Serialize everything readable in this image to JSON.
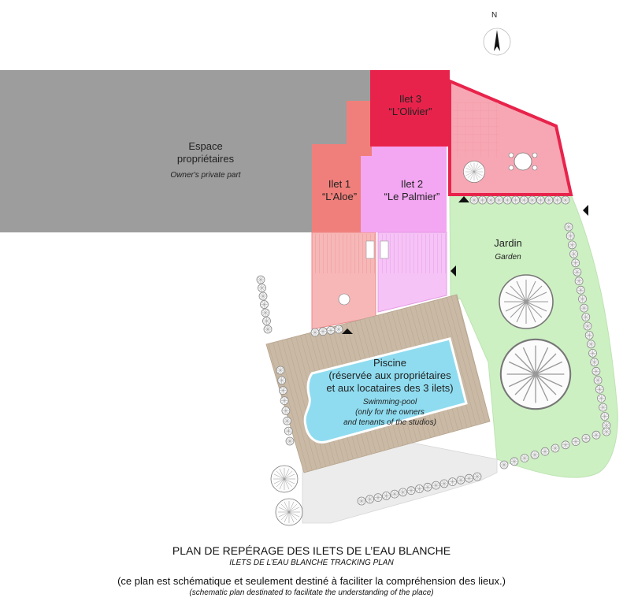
{
  "north": {
    "label": "N",
    "icon": "compass-north-arrow-icon"
  },
  "zones": {
    "owners": {
      "title_line1": "Espace",
      "title_line2": "propriétaires",
      "subtitle": "Owner's private part"
    },
    "ilet3": {
      "title_line1": "Ilet 3",
      "title_line2": "“L’Olivier”"
    },
    "ilet1": {
      "title_line1": "Ilet 1",
      "title_line2": "“L’Aloe”"
    },
    "ilet2": {
      "title_line1": "Ilet 2",
      "title_line2": "“Le Palmier”"
    },
    "garden": {
      "title": "Jardin",
      "subtitle": "Garden"
    },
    "pool": {
      "title_line1": "Piscine",
      "title_line2": "(réservée aux propriétaires",
      "title_line3": "et aux locataires des 3 ilets)",
      "subtitle_line1": "Swimming-pool",
      "subtitle_line2": "(only for the owners",
      "subtitle_line3": "and tenants of the studios)"
    }
  },
  "colors": {
    "owners": "#9d9d9d",
    "ilet1": "#f07f7b",
    "ilet2": "#f3a6f2",
    "ilet3": "#e8234b",
    "terrace3": "#f7a7b3",
    "garden": "#cdf0c3",
    "deck": "#c9b9a5",
    "pool": "#8fdcf0",
    "paving": "#ececec"
  },
  "icons": [
    "tree-icon",
    "hedge-shrub-icon",
    "entrance-arrow-icon",
    "outdoor-table-icon",
    "shower-icon"
  ],
  "footer": {
    "title": "PLAN DE REPÉRAGE DES ILETS DE L’EAU BLANCHE",
    "title_en": "ILETS DE L’EAU BLANCHE TRACKING PLAN",
    "note": "(ce plan est schématique et seulement destiné à faciliter la compréhension des lieux.)",
    "note_en": "(schematic plan destinated to facilitate the understanding of the place)"
  }
}
